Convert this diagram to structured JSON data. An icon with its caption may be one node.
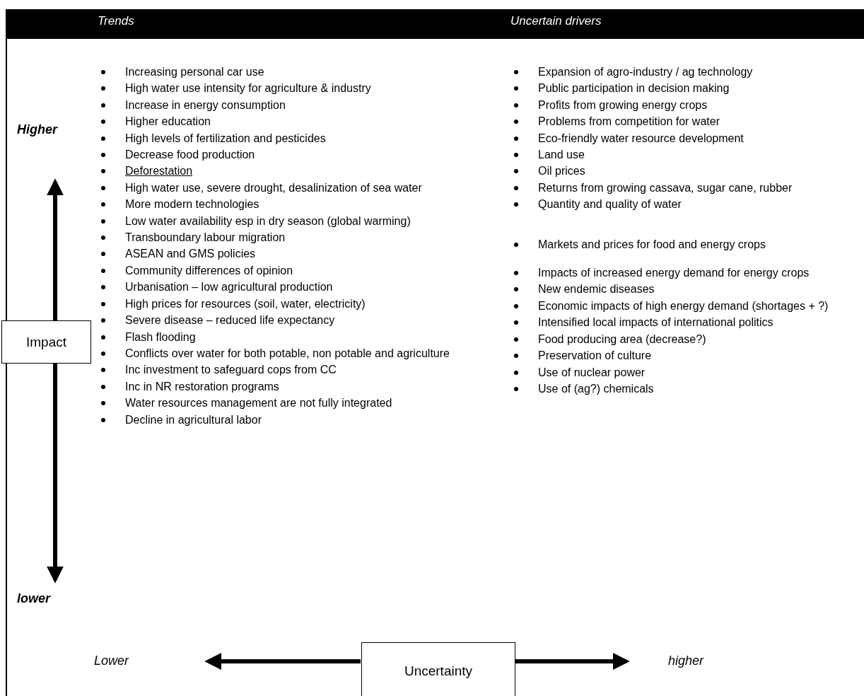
{
  "diagram": {
    "nodes": [
      {
        "text": [
          "Impact"
        ]
      },
      {
        "text": [
          "Uncertainty"
        ]
      }
    ],
    "labels": [
      "Trends",
      "Uncertain drivers",
      "Higher",
      "lower",
      "Lower",
      "higher",
      "Increasing personal car use",
      "High water use intensity for agriculture & industry",
      "Increase in energy consumption",
      "Higher education",
      "High levels of fertilization and pesticides",
      "Decrease food production",
      "Deforestation",
      "High water use, severe drought, desalinization of sea water",
      "More modern technologies",
      "Low water availability esp in dry season (global warming)",
      "Transboundary labour migration",
      "ASEAN and GMS policies",
      "Community differences of opinion",
      "Urbanisation – low agricultural production",
      "High prices for resources (soil, water, electricity)",
      "Severe disease – reduced life expectancy",
      "Flash flooding",
      "Conflicts over water for both potable, non potable and agriculture",
      "Inc investment to safeguard cops from CC",
      "Inc in NR restoration programs",
      "Water resources management are not fully integrated",
      "Decline in agricultural labor",
      "Expansion of agro-industry / ag technology",
      "Public participation in decision making",
      "Profits from growing energy crops",
      "Problems from competition for water",
      "Eco-friendly water resource development",
      "Land use",
      "Oil prices",
      "Returns  from growing cassava, sugar cane, rubber",
      "Quantity and quality of water",
      "Markets and prices for food and energy crops",
      "Impacts of increased energy demand for energy crops",
      "New endemic diseases",
      "Economic impacts of high energy demand (shortages + ?)",
      "Intensified local impacts of international politics",
      "Food producing area (decrease?)",
      "Preservation of culture",
      "Use of nuclear power",
      "Use of (ag?) chemicals"
    ]
  }
}
